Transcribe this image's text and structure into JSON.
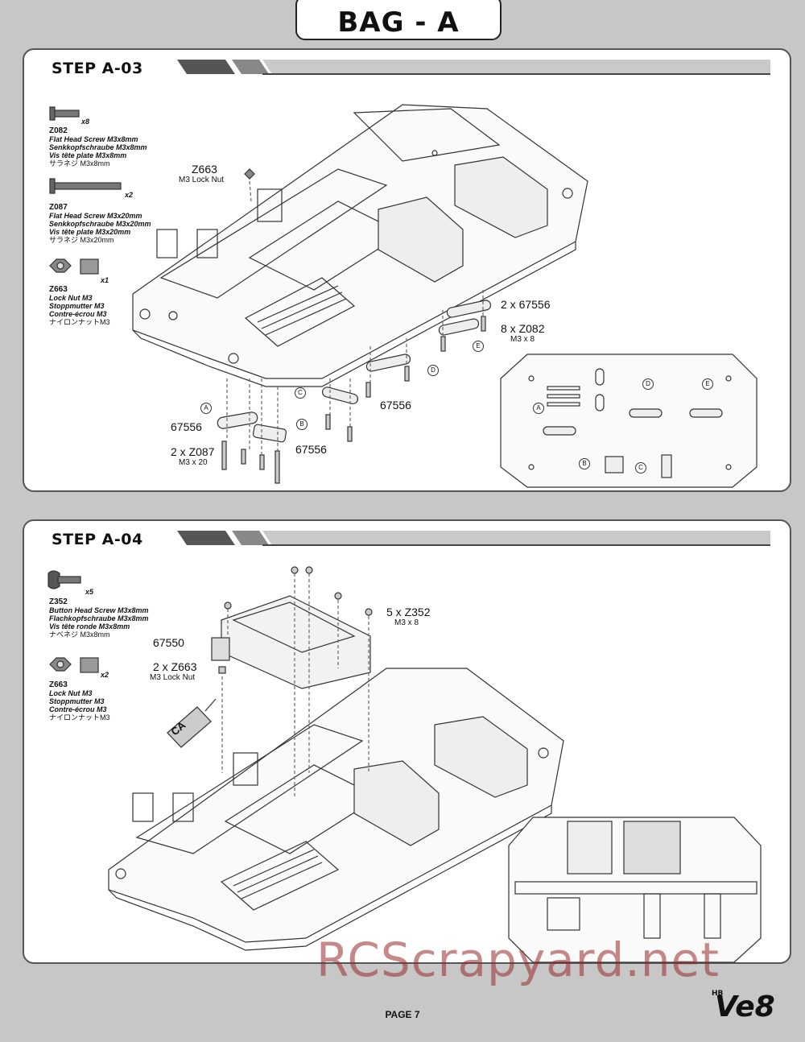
{
  "header": {
    "bag_title": "BAG - A"
  },
  "step_a03": {
    "title": "STEP A-03",
    "parts": [
      {
        "code": "Z082",
        "qty": "x8",
        "lines": [
          "Flat Head Screw M3x8mm",
          "Senkkopfschraube M3x8mm",
          "Vis tête plate M3x8mm"
        ],
        "jp": "サラネジ M3x8mm",
        "icon": "flat-head-screw-icon"
      },
      {
        "code": "Z087",
        "qty": "x2",
        "lines": [
          "Flat Head Screw M3x20mm",
          "Senkkopfschraube M3x20mm",
          "Vis tête plate M3x20mm"
        ],
        "jp": "サラネジ M3x20mm",
        "icon": "flat-head-screw-long-icon"
      },
      {
        "code": "Z663",
        "qty": "x1",
        "lines": [
          "Lock Nut M3",
          "Stoppmutter M3",
          "Contre-écrou M3"
        ],
        "jp": "ナイロンナットM3",
        "icon": "lock-nut-icon"
      }
    ],
    "callouts": {
      "locknut_code": "Z663",
      "locknut_desc": "M3 Lock Nut",
      "e_part": "2 x 67556",
      "screws": "8 x Z082",
      "screws_size": "M3 x 8",
      "c_part": "67556",
      "a_part": "67556",
      "b_part": "67556",
      "long_screws": "2 x Z087",
      "long_screws_size": "M3 x 20"
    },
    "identifiers": [
      "A",
      "B",
      "C",
      "D",
      "E"
    ]
  },
  "step_a04": {
    "title": "STEP A-04",
    "parts": [
      {
        "code": "Z352",
        "qty": "x5",
        "lines": [
          "Button Head Screw M3x8mm",
          "Flachkopfschraube M3x8mm",
          "Vis tête ronde M3x8mm"
        ],
        "jp": "ナベネジ M3x8mm",
        "icon": "button-head-screw-icon"
      },
      {
        "code": "Z663",
        "qty": "x2",
        "lines": [
          "Lock Nut M3",
          "Stoppmutter M3",
          "Contre-écrou M3"
        ],
        "jp": "ナイロンナットM3",
        "icon": "lock-nut-icon"
      }
    ],
    "callouts": {
      "screws": "5 x Z352",
      "screws_size": "M3 x 8",
      "box_part": "67550",
      "nuts": "2 x Z663",
      "nuts_desc": "M3 Lock Nut",
      "glue": "CA"
    }
  },
  "watermark": "RCScrapyard.net",
  "footer": {
    "page": "PAGE 7",
    "logo": "HB Ve8"
  }
}
